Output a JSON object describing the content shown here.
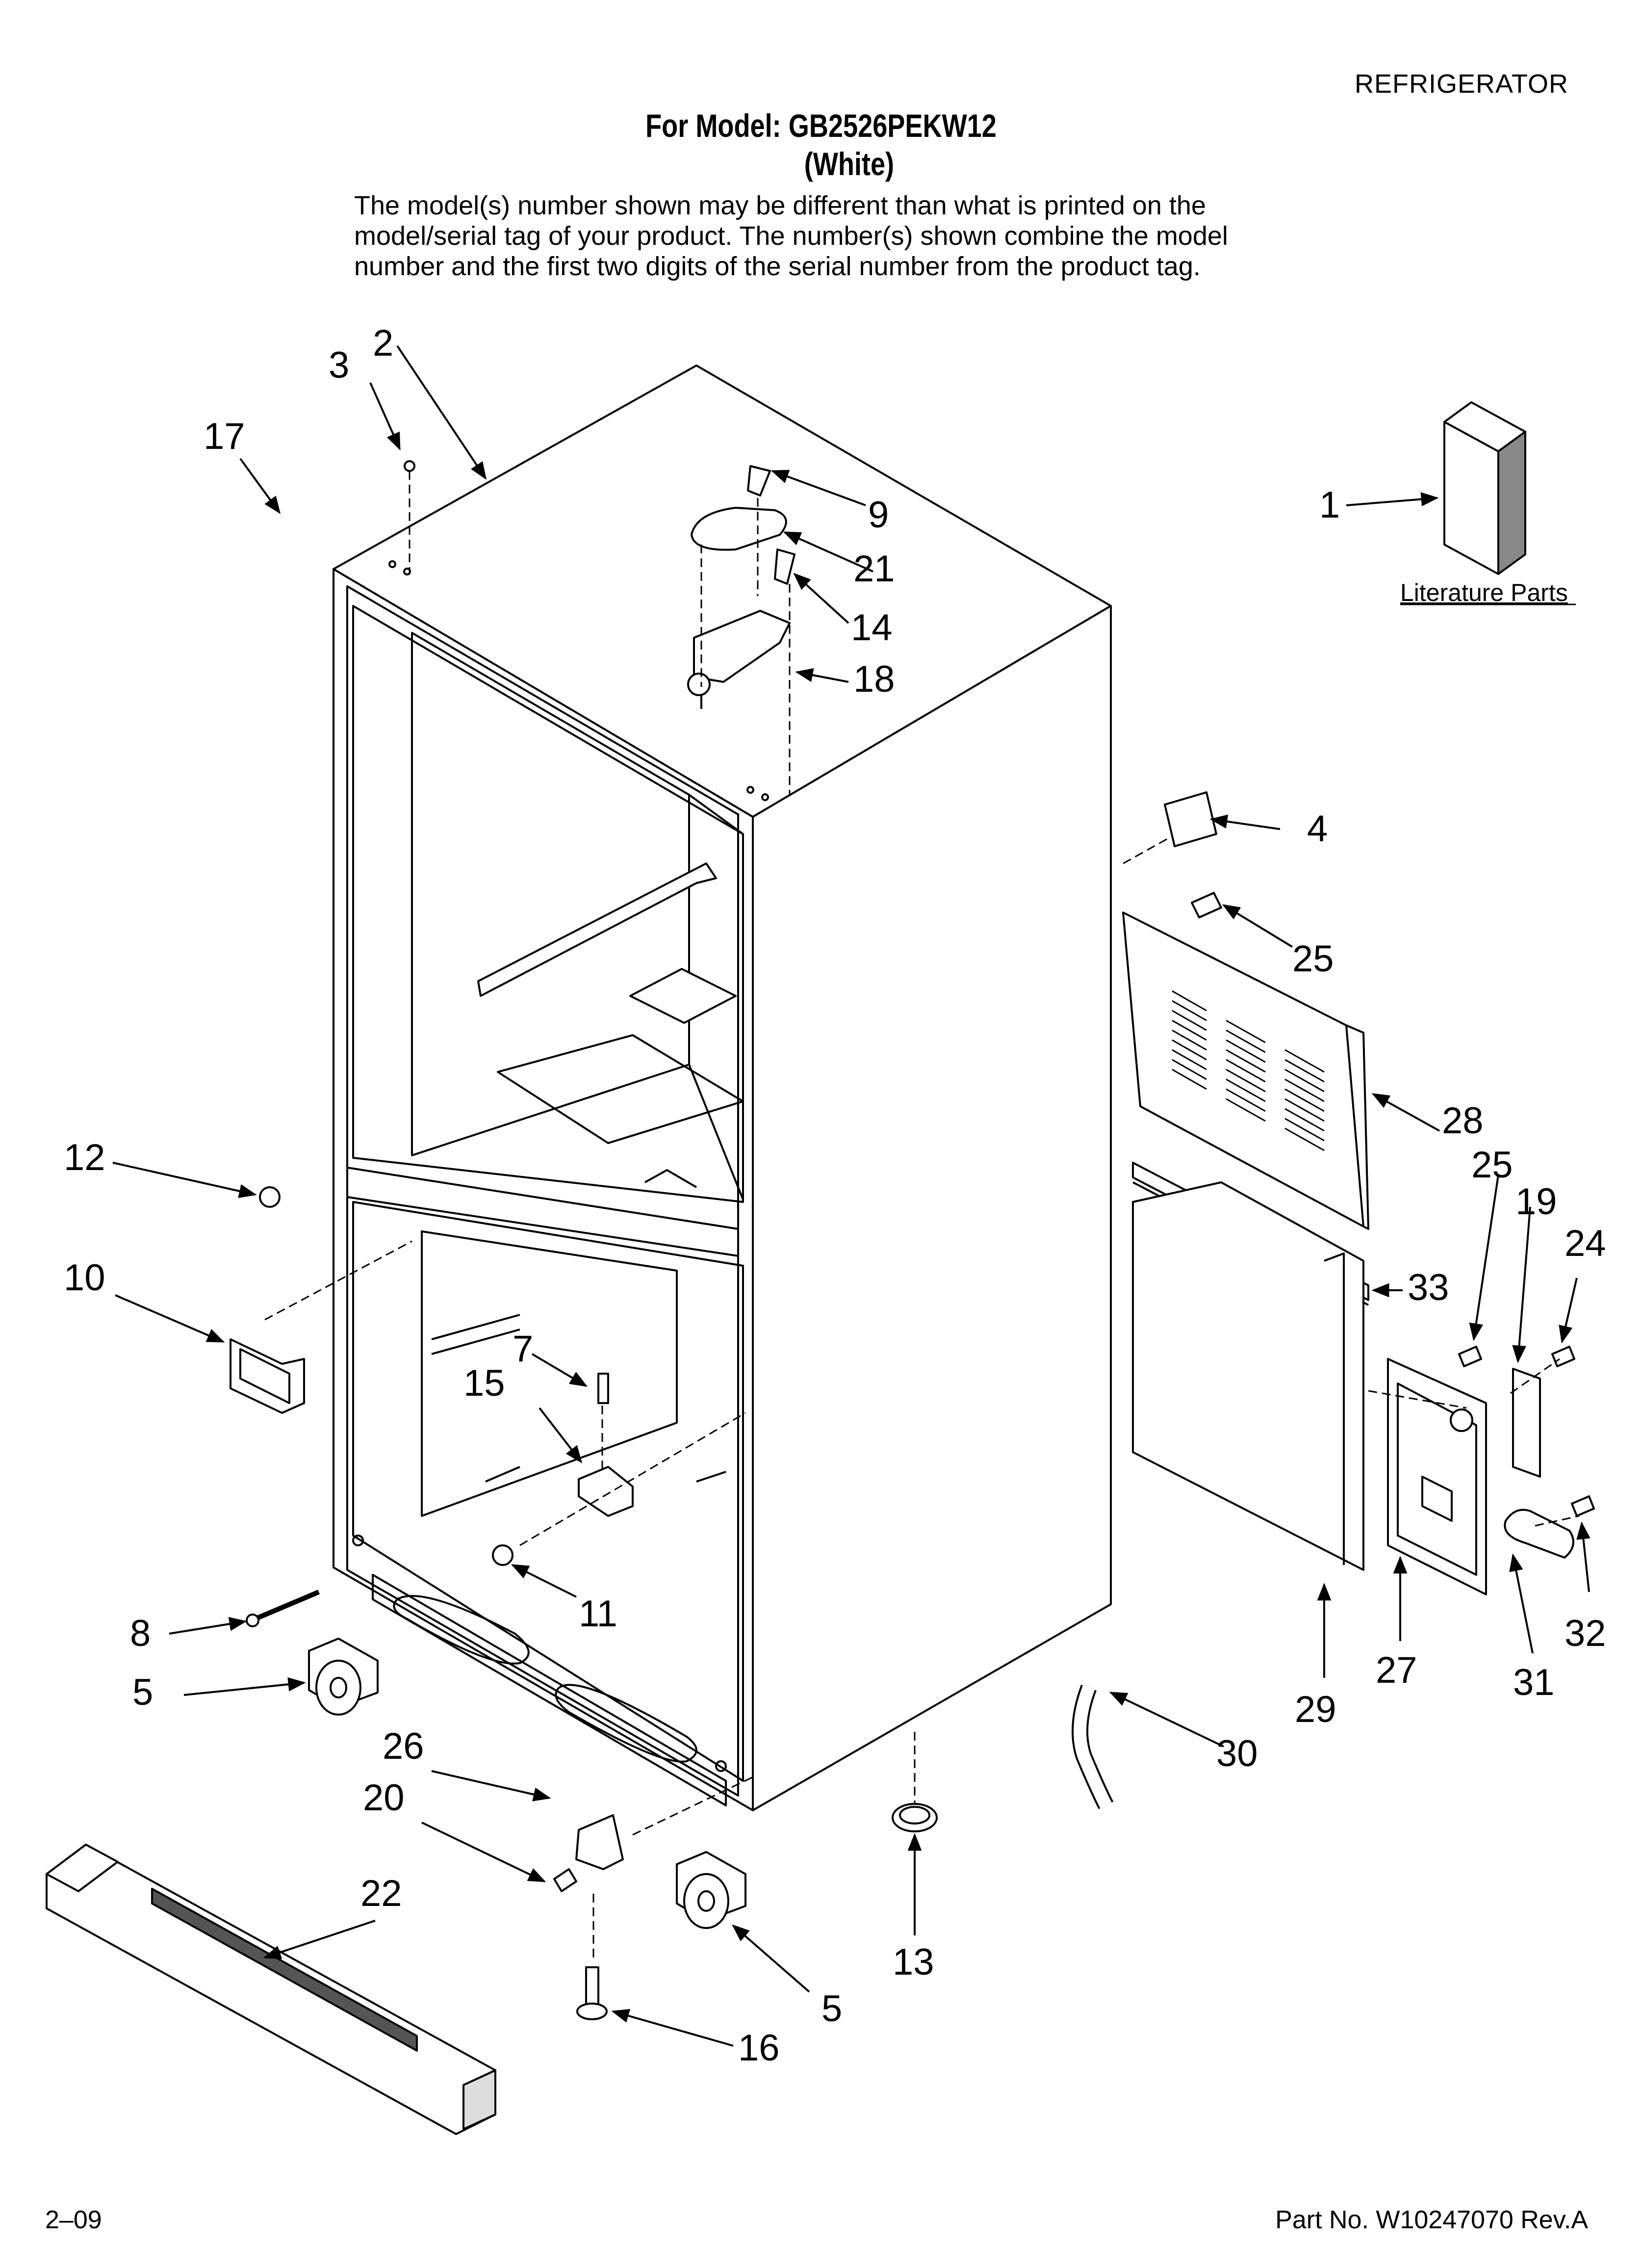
{
  "header": {
    "category": "REFRIGERATOR",
    "model_title": "For Model: GB2526PEKW12",
    "model_color": "(White)"
  },
  "disclaimer": [
    "The model(s) number shown may be different than what is printed on the",
    "model/serial tag of your product. The number(s) shown combine the model",
    "number and the first two digits of the serial number from the product tag."
  ],
  "literature_label": "Literature Parts",
  "callouts": [
    "1",
    "2",
    "3",
    "4",
    "5",
    "5",
    "7",
    "8",
    "9",
    "10",
    "11",
    "12",
    "13",
    "14",
    "15",
    "16",
    "17",
    "18",
    "19",
    "20",
    "21",
    "22",
    "24",
    "25",
    "25",
    "26",
    "27",
    "28",
    "29",
    "30",
    "31",
    "32",
    "33"
  ],
  "footer": {
    "date": "2–09",
    "part_number": "Part No. W10247070 Rev.A"
  },
  "colors": {
    "ink": "#000000",
    "paper": "#ffffff",
    "shade": "#d9d9d9"
  }
}
